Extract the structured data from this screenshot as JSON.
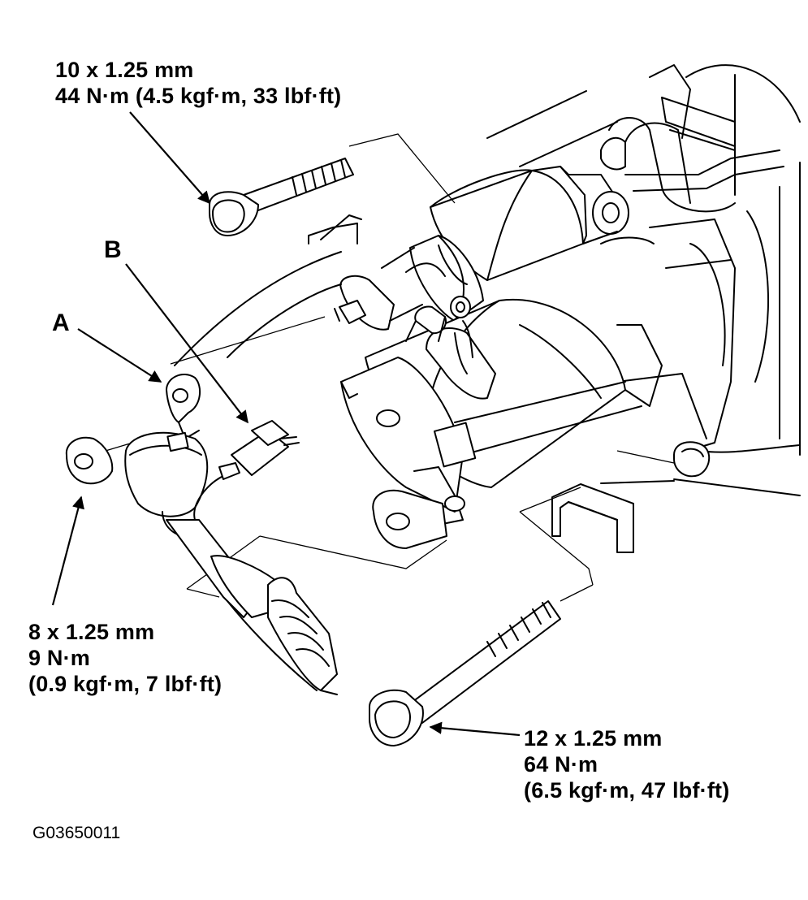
{
  "bolt_top": {
    "line1": "10 x 1.25 mm",
    "line2": "44 N·m (4.5 kgf·m, 33 lbf·ft)"
  },
  "nut_left": {
    "line1": "8 x 1.25 mm",
    "line2": "9 N·m",
    "line3": "(0.9 kgf·m, 7 lbf·ft)"
  },
  "bolt_bottom": {
    "line1": "12 x 1.25 mm",
    "line2": "64 N·m",
    "line3": "(6.5 kgf·m, 47 lbf·ft)"
  },
  "callouts": {
    "a": "A",
    "b": "B"
  },
  "figure_id": "G03650011",
  "icons": [
    "starter-motor-icon",
    "flange-bolt-icon",
    "flange-nut-icon",
    "terminal-cable-icon",
    "connector-icon",
    "engine-block-icon"
  ]
}
